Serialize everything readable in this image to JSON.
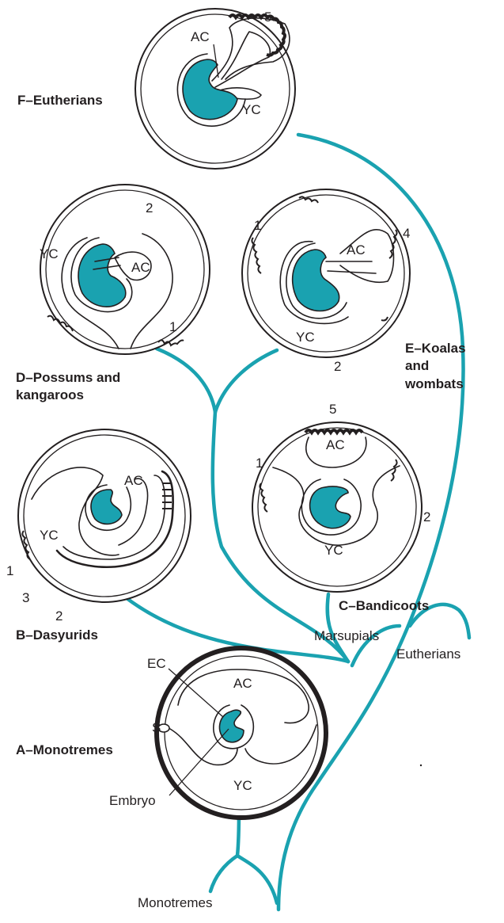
{
  "colors": {
    "branch": "#1aa2b0",
    "embryo": "#1aa2b0",
    "line": "#231f20"
  },
  "titles": {
    "F": "F–Eutherians",
    "D1": "D–Possums and",
    "D2": "kangaroos",
    "E1": "E–Koalas",
    "E2": "and",
    "E3": "wombats",
    "B": "B–Dasyurids",
    "C": "C–Bandicoots",
    "A": "A–Monotremes"
  },
  "labels": {
    "ac": "AC",
    "yc": "YC",
    "ec": "EC",
    "s": "S",
    "embryo": "Embryo",
    "n1": "1",
    "n2": "2",
    "n3": "3",
    "n4": "4",
    "n5": "5"
  },
  "tree": {
    "marsupials": "Marsupials",
    "eutherians": "Eutherians",
    "monotremes": "Monotremes"
  }
}
